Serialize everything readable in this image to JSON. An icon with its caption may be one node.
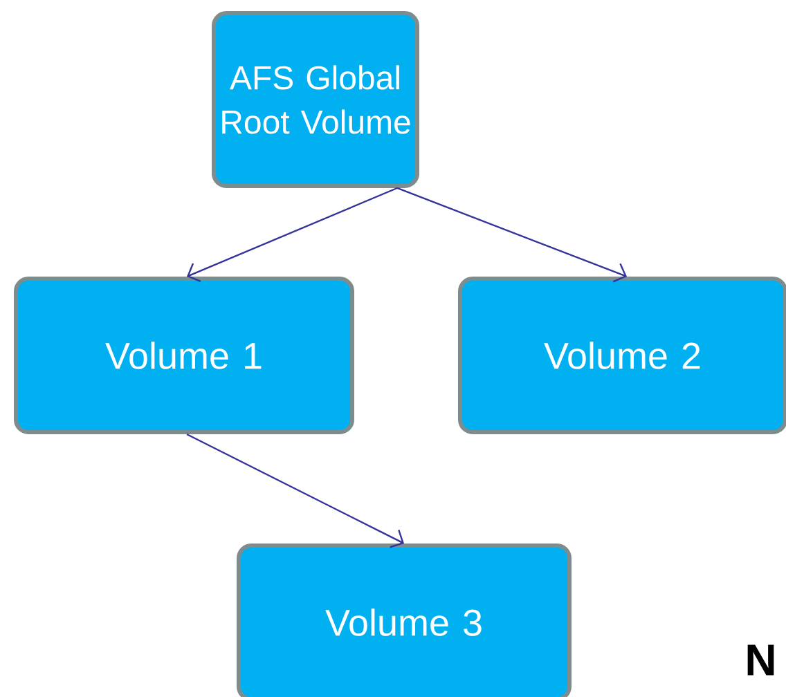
{
  "diagram": {
    "nodes": [
      {
        "text": [
          "AFS Global Root Volume"
        ]
      },
      {
        "text": [
          "Volume 1"
        ]
      },
      {
        "text": [
          "Volume 2"
        ]
      },
      {
        "text": [
          "Volume 3"
        ]
      }
    ],
    "edges": [
      {
        "from": 0,
        "to": 1,
        "arrow": "to"
      },
      {
        "from": 0,
        "to": 2,
        "arrow": "to"
      },
      {
        "from": 1,
        "to": 3,
        "arrow": "to"
      }
    ],
    "labels": [
      "N"
    ]
  }
}
